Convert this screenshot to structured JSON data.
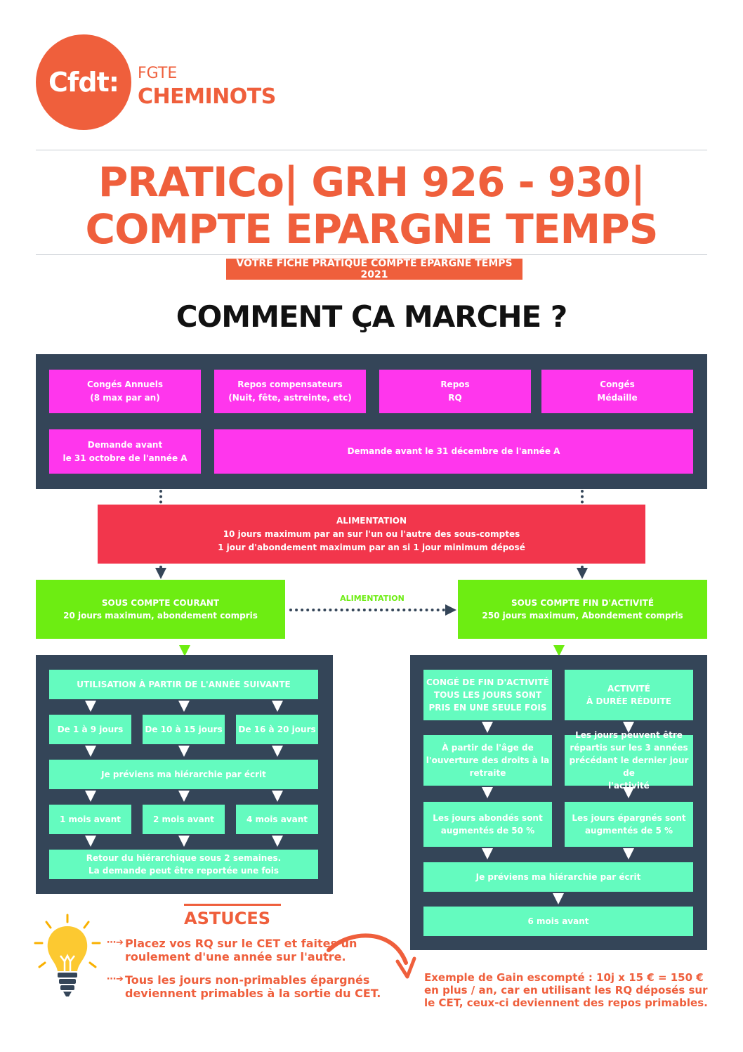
{
  "logo": {
    "mark": "Cfdt:",
    "line1": "FGTE",
    "line2": "CHEMINOTS"
  },
  "title": {
    "line1": "PRATICo| GRH 926 - 930|",
    "line2": "COMPTE EPARGNE TEMPS"
  },
  "badge": "VOTRE FICHE PRATIQUE COMPTE ÉPARGNE TEMPS 2021",
  "subtitle": "COMMENT ÇA MARCHE ?",
  "sources": [
    {
      "l1": "Congés Annuels",
      "l2": "(8 max par an)"
    },
    {
      "l1": "Repos compensateurs",
      "l2": "(Nuit, fête, astreinte, etc)"
    },
    {
      "l1": "Repos",
      "l2": "RQ"
    },
    {
      "l1": "Congés",
      "l2": "Médaille"
    }
  ],
  "deadlines": {
    "first": {
      "l1": "Demande avant",
      "l2": "le 31 octobre de l'année A"
    },
    "second": "Demande avant le 31 décembre de l'année A"
  },
  "alimentation": {
    "title": "ALIMENTATION",
    "l1": "10 jours maximum par an sur l'un ou l'autre des sous-comptes",
    "l2": "1 jour d'abondement maximum par an si 1 jour minimum déposé"
  },
  "transfer_label": "ALIMENTATION",
  "courant": {
    "title": "SOUS COMPTE COURANT",
    "desc": "20 jours maximum, abondement compris"
  },
  "fin": {
    "title": "SOUS COMPTE FIN D'ACTIVITÉ",
    "desc": "250 jours maximum, Abondement compris"
  },
  "left_flow": {
    "header": "UTILISATION À PARTIR DE L'ANNÉE SUIVANTE",
    "ranges": [
      "De 1 à 9 jours",
      "De 10 à 15 jours",
      "De 16 à 20 jours"
    ],
    "notify": "Je préviens ma hiérarchie par écrit",
    "notice": [
      "1 mois avant",
      "2 mois avant",
      "4 mois avant"
    ],
    "answer": {
      "l1": "Retour du hiérarchique sous 2 semaines.",
      "l2": "La demande peut être reportée une fois"
    }
  },
  "right_flow": {
    "conge": {
      "l1": "CONGÉ DE FIN D'ACTIVITÉ",
      "l2": "TOUS LES JOURS SONT",
      "l3": "PRIS EN UNE SEULE FOIS"
    },
    "reduite": {
      "l1": "ACTIVITÉ",
      "l2": "À DURÉE RÉDUITE"
    },
    "age": {
      "l1": "À partir de l'âge de",
      "l2": "l'ouverture des droits à la",
      "l3": "retraite"
    },
    "repartis": {
      "l1": "Les jours peuvent être",
      "l2": "répartis sur les 3 années",
      "l3": "précédant le dernier jour de",
      "l4": "l'activité"
    },
    "abondes": {
      "l1": "Les jours abondés sont",
      "l2": "augmentés de 50 %"
    },
    "epargnes": {
      "l1": "Les jours épargnés sont",
      "l2": "augmentés de 5 %"
    },
    "notify": "Je préviens ma hiérarchie par écrit",
    "notice": "6 mois avant"
  },
  "astuces": {
    "title": "ASTUCES",
    "tip1": {
      "l1": "Placez vos RQ sur le CET et faites un",
      "l2": "roulement d'une année sur l'autre."
    },
    "tip2": {
      "l1": "Tous les jours non-primables épargnés",
      "l2": "deviennent primables à la sortie du CET."
    },
    "example": {
      "l1": "Exemple de Gain escompté : 10j x 15 € = 150 €",
      "l2": "en plus / an, car en utilisant les RQ déposés sur",
      "l3": "le CET, ceux-ci deviennent des repos primables."
    }
  },
  "colors": {
    "orange": "#ef5f3c",
    "dark": "#344558",
    "pink": "#ff36ed",
    "red": "#f2364c",
    "green": "#6ded12",
    "mint": "#64fbbf"
  }
}
